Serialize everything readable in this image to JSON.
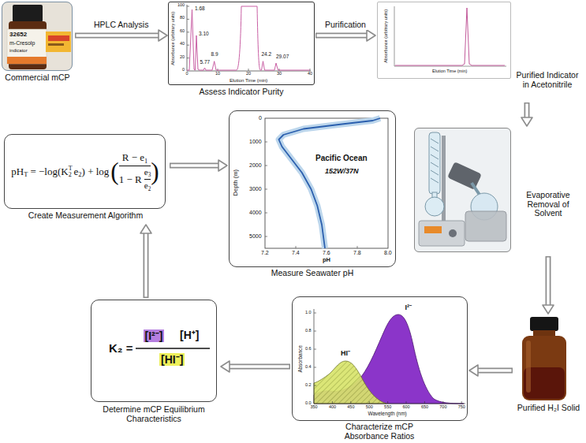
{
  "diagram": {
    "nodes": [
      {
        "text": [
          "Commercial mCP"
        ]
      },
      {
        "text": [
          "Assess Indicator Purity"
        ]
      },
      {
        "text": [
          "Purified Indicator in Acetonitrile"
        ]
      },
      {
        "text": [
          "Evaporative Removal of Solvent"
        ]
      },
      {
        "text": [
          "Purified H₂I Solid"
        ]
      },
      {
        "text": [
          "Characterize mCP Absorbance Ratios"
        ]
      },
      {
        "text": [
          "Determine mCP Equilibrium Characteristics"
        ]
      },
      {
        "text": [
          "Create Measurement Algorithm"
        ]
      },
      {
        "text": [
          "Measure Seawater pH"
        ]
      }
    ],
    "edges": [
      {
        "from": 0,
        "to": 1,
        "arrow": "to",
        "label": "HPLC Analysis"
      },
      {
        "from": 1,
        "to": 2,
        "arrow": "to",
        "label": "Purification"
      },
      {
        "from": 2,
        "to": 3,
        "arrow": "to"
      },
      {
        "from": 3,
        "to": 4,
        "arrow": "to"
      },
      {
        "from": 4,
        "to": 5,
        "arrow": "to"
      },
      {
        "from": 5,
        "to": 6,
        "arrow": "to"
      },
      {
        "from": 6,
        "to": 7,
        "arrow": "to"
      },
      {
        "from": 7,
        "to": 8,
        "arrow": "to"
      }
    ],
    "labels": [
      "32652",
      "m-Cresolp",
      "indicator",
      "Absorbance (arbitrary units)",
      "Elution Time (min)",
      "1.68",
      "3.10",
      "5.77",
      "8.9",
      "24.2",
      "29.07",
      "100",
      "80",
      "60",
      "40",
      "20",
      "0",
      "0",
      "10",
      "20",
      "30",
      "40",
      "Absorbance (arbitrary units)",
      "Elution Time (min)",
      "HI⁻",
      "I²⁻",
      "Absorbance",
      "Wavelength (nm)",
      "350",
      "400",
      "450",
      "500",
      "550",
      "600",
      "650",
      "700",
      "750",
      "0.0",
      "0.2",
      "0.4",
      "0.6",
      "0.8",
      "1.0",
      "K₂ =",
      "[I²⁻]",
      "[H⁺]",
      "[HI⁻]",
      "pH",
      "T",
      "= −log(K",
      "T",
      "2",
      "e",
      "2",
      ") + log",
      "(",
      "R − e",
      "1",
      "1 − R",
      "e",
      "3",
      "e",
      "2",
      ")",
      "Pacific Ocean",
      "152W/37N",
      "Depth (m)",
      "pH",
      "0",
      "1000",
      "2000",
      "3000",
      "4000",
      "5000",
      "7.2",
      "7.4",
      "7.6",
      "7.8",
      "8.0"
    ]
  }
}
